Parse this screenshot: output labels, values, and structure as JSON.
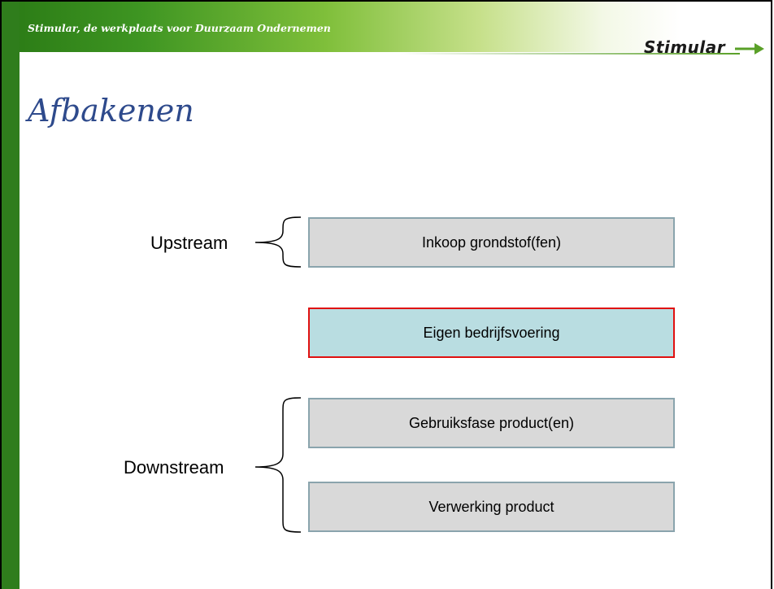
{
  "header": {
    "tagline": "Stimular, de werkplaats voor Duurzaam Ondernemen",
    "logo": "Stimular"
  },
  "slide": {
    "title": "Afbakenen"
  },
  "diagram": {
    "groups": [
      {
        "label": "Upstream"
      },
      {
        "label": "Downstream"
      }
    ],
    "boxes": [
      {
        "label": "Inkoop grondstof(fen)"
      },
      {
        "label": "Eigen bedrijfsvoering"
      },
      {
        "label": "Gebruiksfase product(en)"
      },
      {
        "label": "Verwerking product"
      }
    ]
  },
  "colors": {
    "brand_green": "#2f7d1c",
    "title_blue": "#2e4a8c",
    "box_grey": "#d9d9d9",
    "box_highlight": "#b9dde1",
    "highlight_border": "#e01010"
  }
}
